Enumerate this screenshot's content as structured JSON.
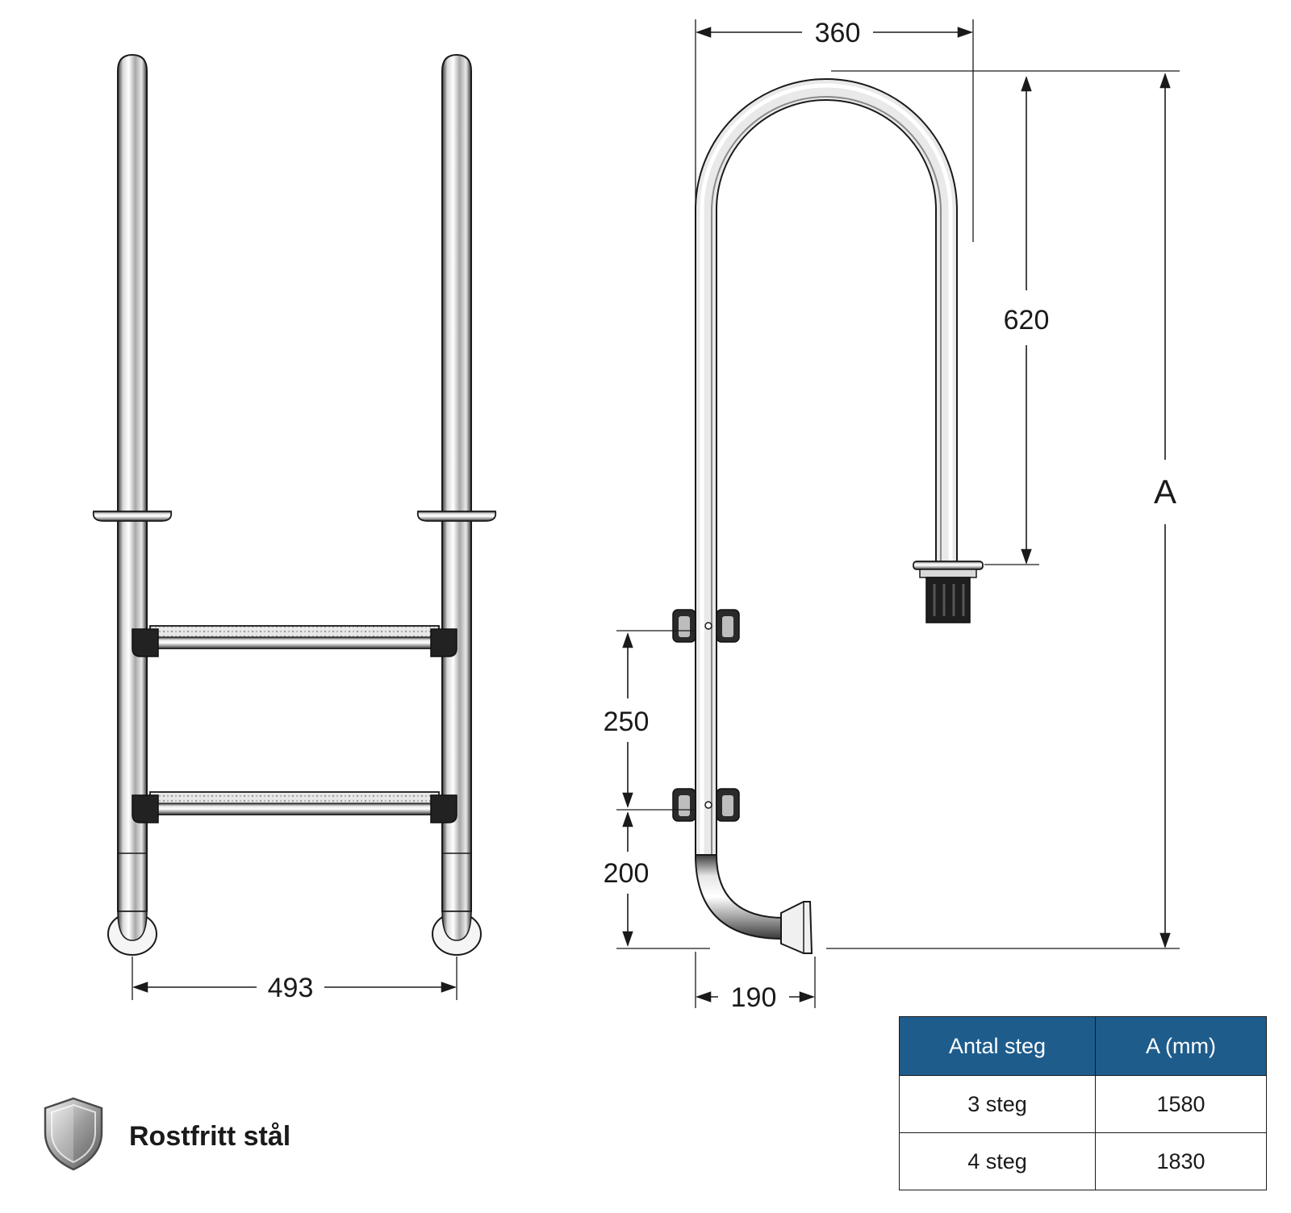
{
  "front_view": {
    "width_label": "493"
  },
  "side_view": {
    "depth_label": "360",
    "handrail_height_label": "620",
    "total_height_label": "A",
    "step_spacing_label": "250",
    "bottom_step_label": "200",
    "foot_offset_label": "190"
  },
  "table": {
    "headers": [
      "Antal steg",
      "A (mm)"
    ],
    "rows": [
      [
        "3 steg",
        "1580"
      ],
      [
        "4 steg",
        "1830"
      ]
    ]
  },
  "material_badge": {
    "icon": "shield-icon",
    "label": "Rostfritt stål"
  },
  "colors": {
    "table_header": "#1e5c8c",
    "steel_dark": "#2a2a2a",
    "steel_light": "#f2f2f2"
  }
}
